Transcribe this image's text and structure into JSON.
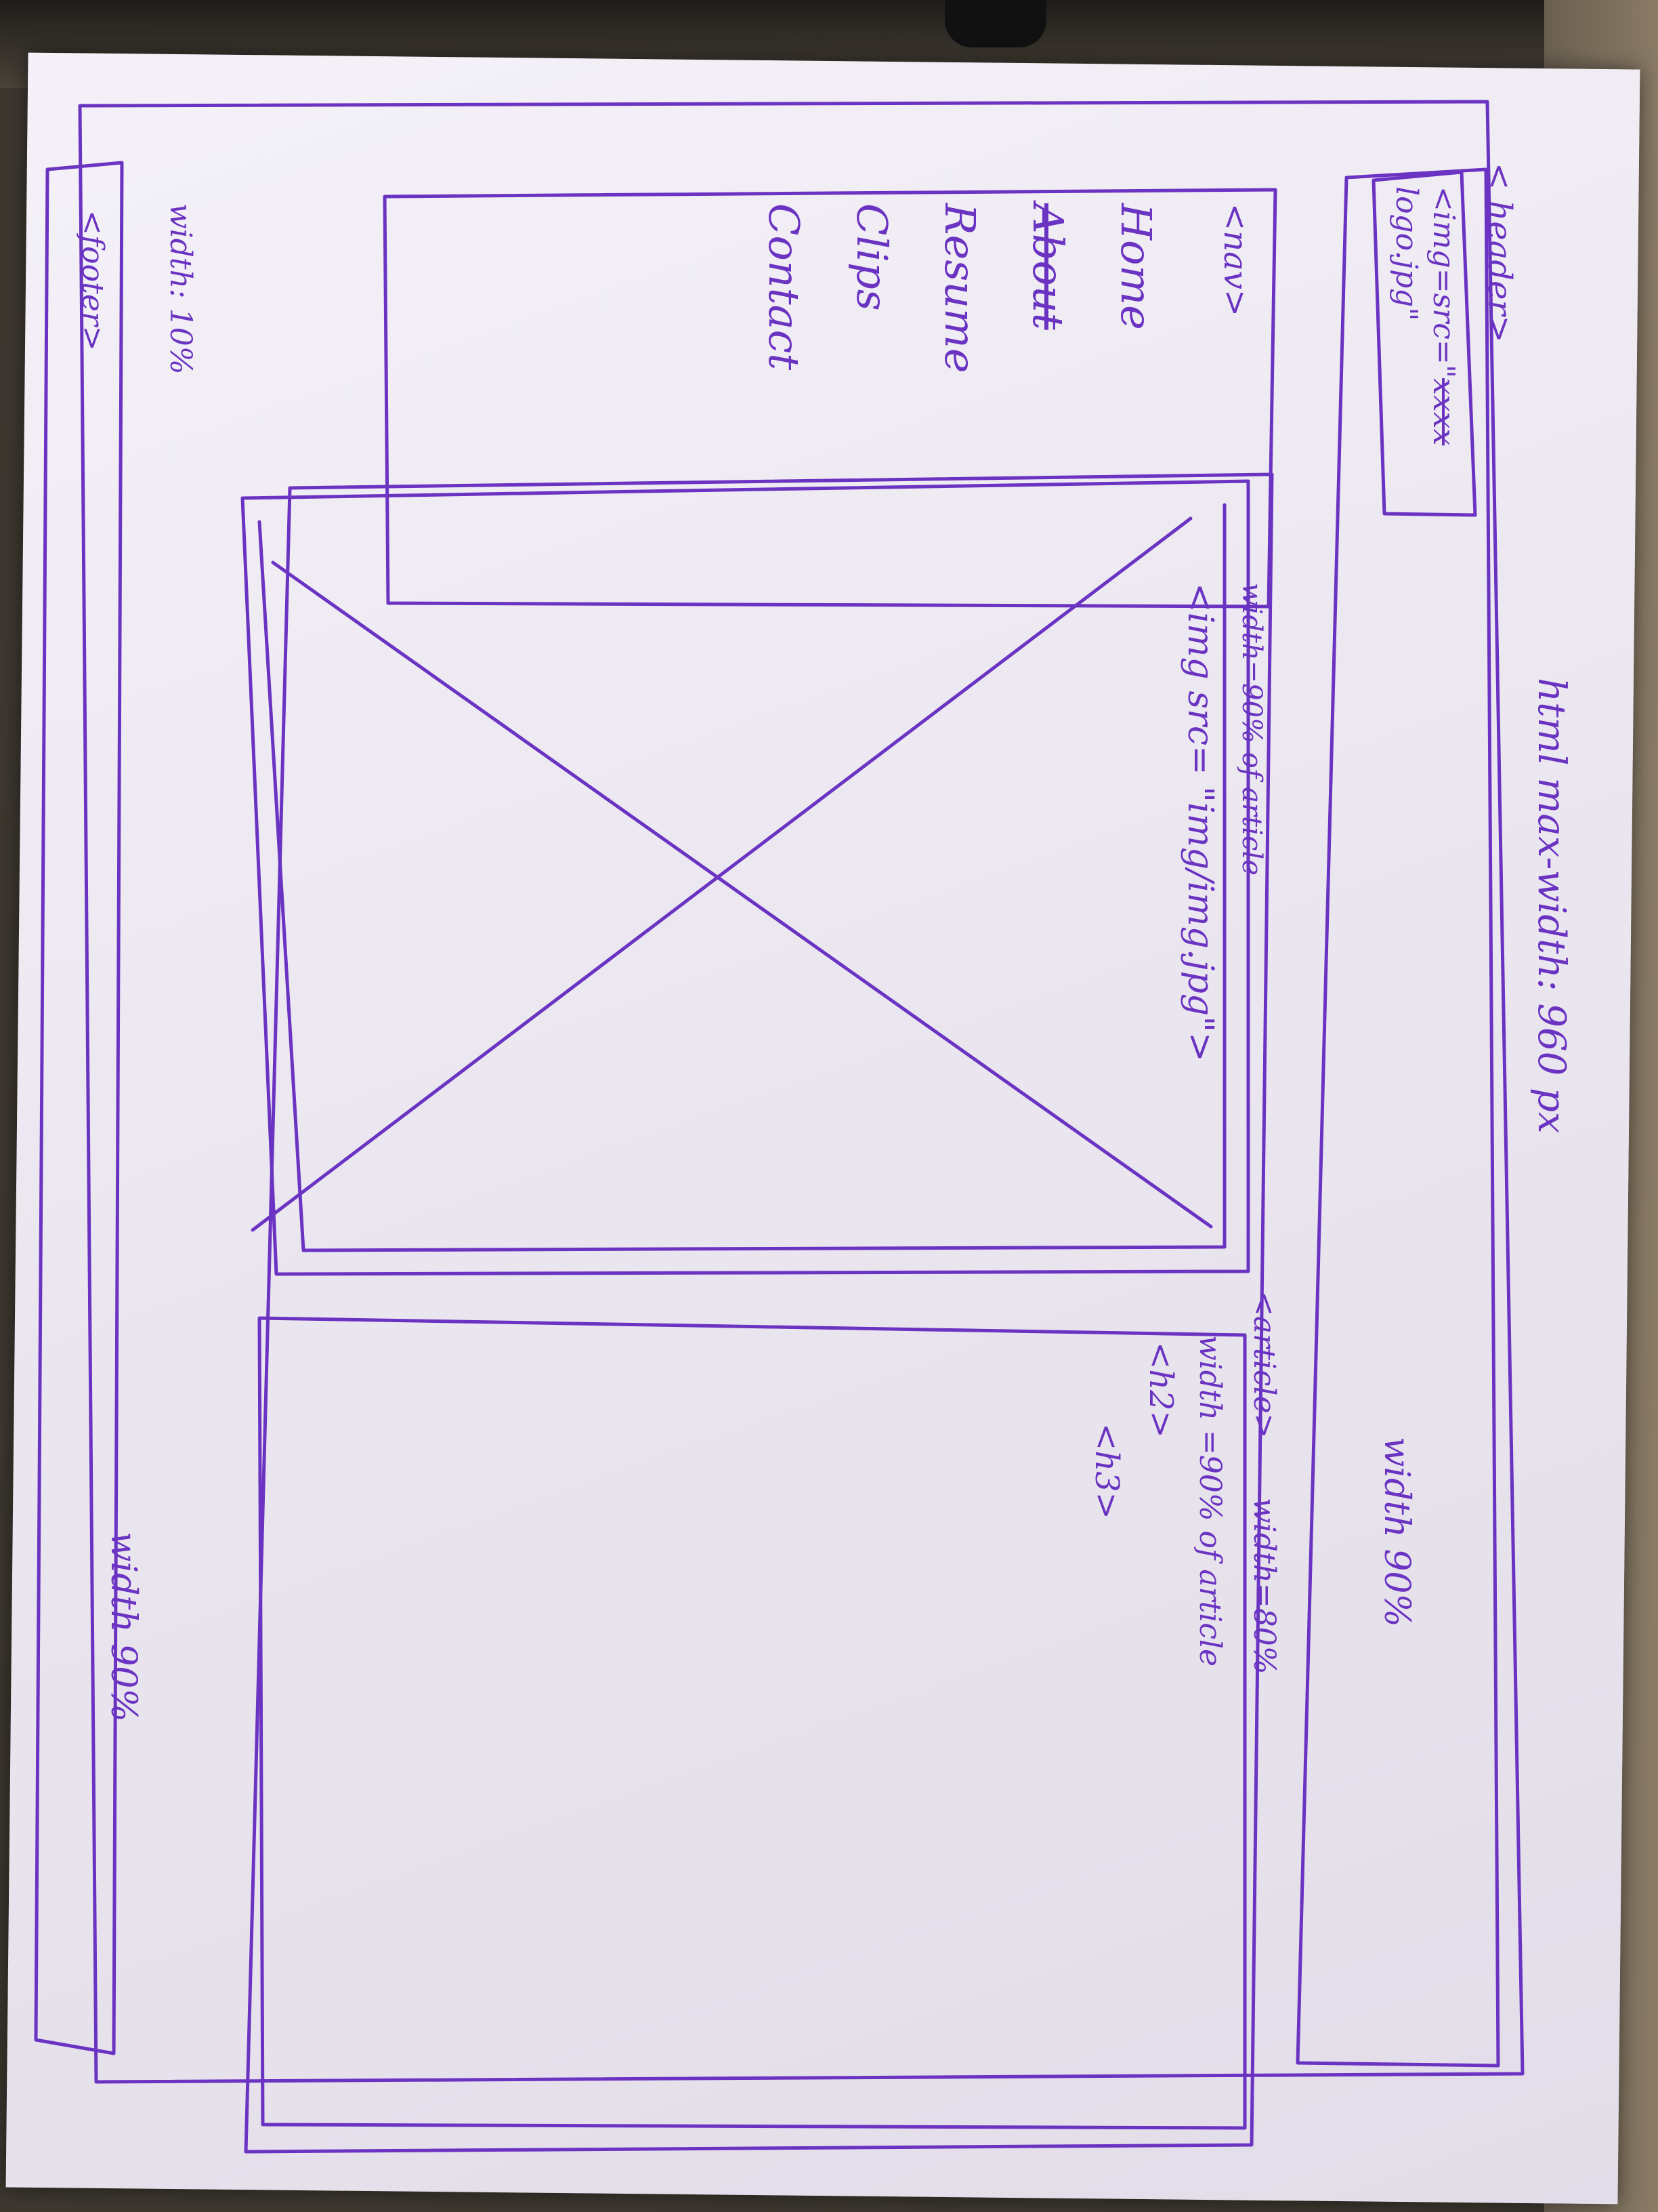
{
  "page_label": "html max-width: 960 px",
  "header": {
    "tag": "< header>",
    "logo_tag": "<img=src=\"",
    "logo_struck": "xxxx",
    "logo_file": "logo.jpg\"",
    "width_note": "width 90%"
  },
  "nav": {
    "tag": "<nav>",
    "items": [
      "Home",
      "About",
      "Resume",
      "Clips",
      "Contact"
    ],
    "width_note": "width: 10%"
  },
  "article": {
    "tag": "<article>",
    "width_note": "width=80%",
    "image": {
      "width_note": "width=90% of article",
      "tag": "<img src= \"img/img.jpg\">"
    },
    "text": {
      "width_note": "width =90% of article",
      "h2": "<h2>",
      "h3": "<h3>"
    }
  },
  "footer": {
    "tag": "<footer>",
    "width_note": "width 90%"
  },
  "colors": {
    "ink": "#6a33c2",
    "paper": "#ebe7f0"
  }
}
